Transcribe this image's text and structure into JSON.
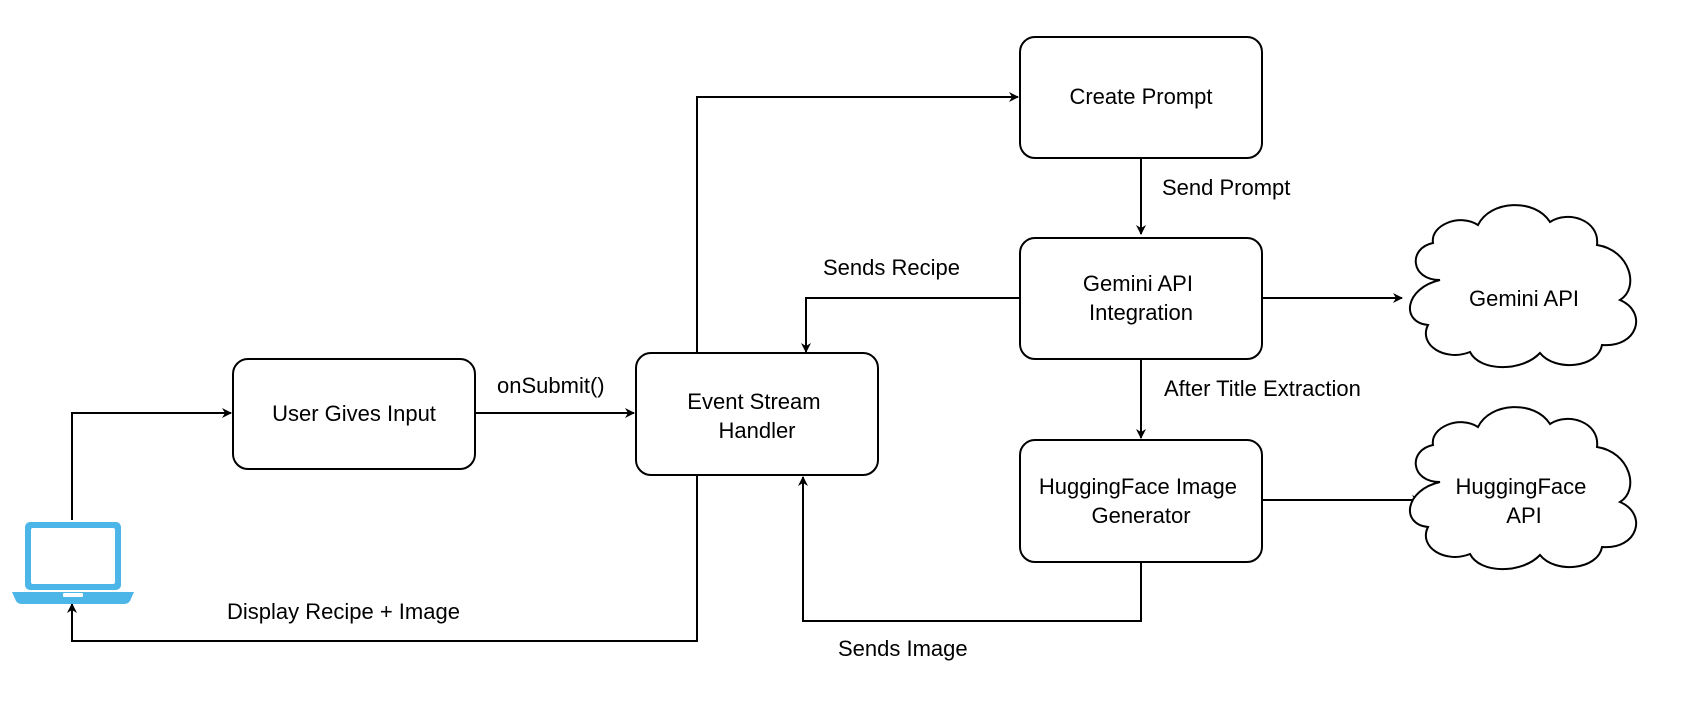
{
  "nodes": {
    "user_input": "User Gives Input",
    "event_stream": [
      "Event Stream",
      "Handler"
    ],
    "create_prompt": "Create Prompt",
    "gemini_integration": [
      "Gemini API",
      "Integration"
    ],
    "hf_generator": [
      "HuggingFace Image",
      "Generator"
    ],
    "gemini_api": "Gemini API",
    "hf_api": [
      "HuggingFace",
      "API"
    ]
  },
  "edges": {
    "on_submit": "onSubmit()",
    "send_prompt": "Send Prompt",
    "sends_recipe": "Sends Recipe",
    "after_title": "After Title Extraction",
    "display": "Display Recipe + Image",
    "sends_image": "Sends Image"
  },
  "colors": {
    "laptop": "#4DB6E8",
    "stroke": "#000000"
  },
  "icons": {
    "client": "laptop-icon"
  }
}
